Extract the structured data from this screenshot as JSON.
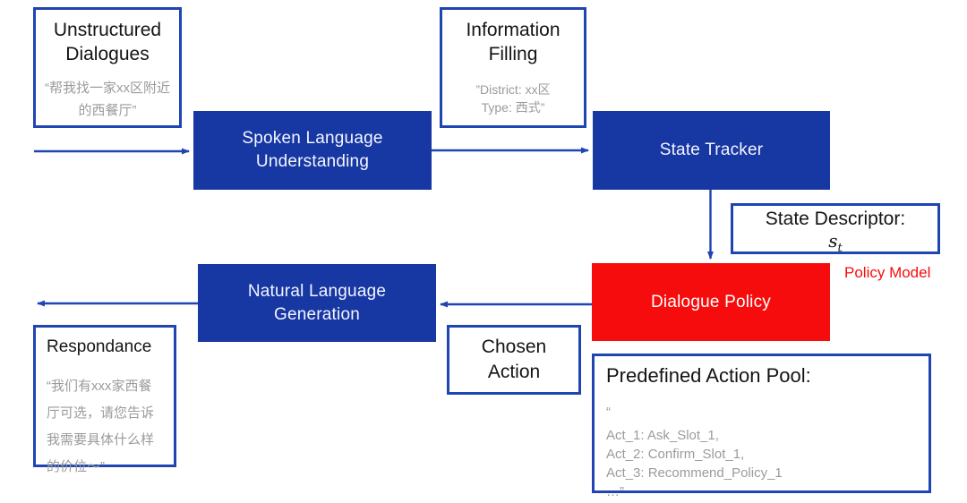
{
  "diagram": {
    "unstructured": {
      "title": "Unstructured Dialogues",
      "example": "“帮我找一家xx区附近的西餐厅”"
    },
    "slu": {
      "label": "Spoken Language Understanding"
    },
    "info_filling": {
      "title": "Information Filling",
      "example_line1": "”District: xx区",
      "example_line2": "Type: 西式”"
    },
    "state_tracker": {
      "label": "State Tracker"
    },
    "state_descriptor": {
      "title": "State Descriptor:",
      "symbol_base": "s",
      "symbol_sub": "t"
    },
    "policy_model_label": "Policy Model",
    "dialogue_policy": {
      "label": "Dialogue Policy"
    },
    "nlg": {
      "label": "Natural Language Generation"
    },
    "chosen_action": {
      "label": "Chosen Action"
    },
    "respondance": {
      "title": "Respondance",
      "example": "“我们有xxx家西餐厅可选，请您告诉我需要具体什么样的价位～”"
    },
    "action_pool": {
      "title": "Predefined Action Pool:",
      "lines": [
        "“",
        "Act_1: Ask_Slot_1,",
        "Act_2: Confirm_Slot_1,",
        "Act_3: Recommend_Policy_1",
        "…”"
      ]
    },
    "colors": {
      "blue_fill": "#1737A3",
      "blue_border": "#1F45B2",
      "red_fill": "#F60C0C",
      "red_label_text": "#F60C0C",
      "gray_text": "#9B9B9B",
      "black_text": "#141414",
      "background": "#FFFFFF"
    }
  }
}
